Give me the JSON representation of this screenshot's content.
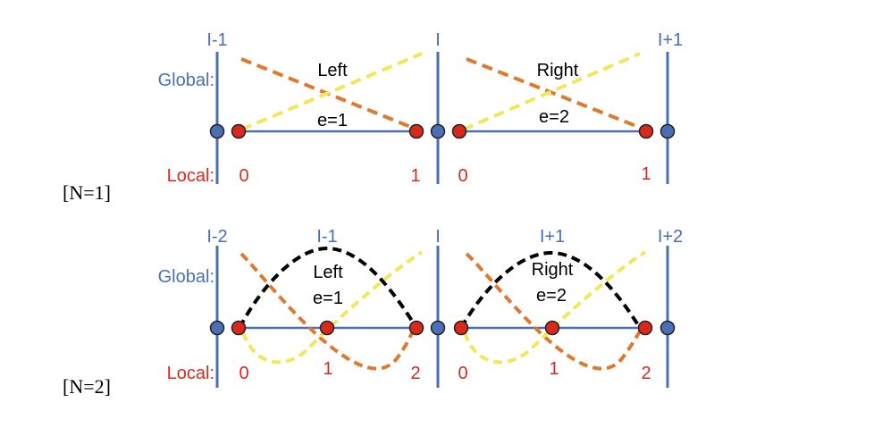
{
  "colors": {
    "axis_blue": "#4a6fb5",
    "node_blue": "#4a6fb5",
    "node_red": "#d8291c",
    "orange_dash": "#e0782e",
    "yellow_dash": "#f2e75a",
    "black_dash": "#000000",
    "label_blue": "#4a6fb5",
    "label_red": "#d8291c"
  },
  "panels": [
    {
      "order_label": "[N=1]",
      "global_label": "Global:",
      "local_label": "Local:",
      "global_indices": [
        "I-1",
        "I",
        "I+1"
      ],
      "elements": [
        {
          "name": "Left",
          "index_label": "e=1",
          "local_nodes": [
            "0",
            "1"
          ]
        },
        {
          "name": "Right",
          "index_label": "e=2",
          "local_nodes": [
            "0",
            "1"
          ]
        }
      ]
    },
    {
      "order_label": "[N=2]",
      "global_label": "Global:",
      "local_label": "Local:",
      "global_indices": [
        "I-2",
        "I-1",
        "I",
        "I+1",
        "I+2"
      ],
      "elements": [
        {
          "name": "Left",
          "index_label": "e=1",
          "local_nodes": [
            "0",
            "1",
            "2"
          ]
        },
        {
          "name": "Right",
          "index_label": "e=2",
          "local_nodes": [
            "0",
            "1",
            "2"
          ]
        }
      ]
    }
  ]
}
